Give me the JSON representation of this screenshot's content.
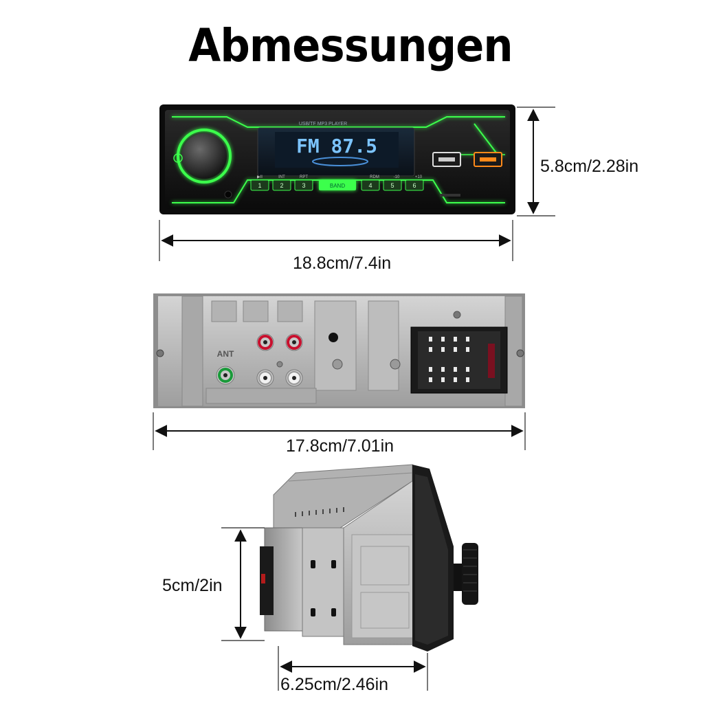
{
  "title": "Abmessungen",
  "front_view": {
    "display_text": "FM 87.5",
    "header_text": "USB/TF MP3 PLAYER",
    "button_labels": [
      "1",
      "2",
      "3",
      "4",
      "5",
      "6"
    ],
    "function_labels": [
      "▶II",
      "INT",
      "RPT",
      "RDM",
      "-10",
      "+10"
    ],
    "center_button_label": "BAND",
    "width_label": "18.8cm/7.4in",
    "height_label": "5.8cm/2.28in"
  },
  "rear_view": {
    "ant_label": "ANT",
    "width_label": "17.8cm/7.01in"
  },
  "side_view": {
    "height_label": "5cm/2in",
    "depth_label": "6.25cm/2.46in"
  },
  "colors": {
    "accent_green": "#3cff4c",
    "display_blue": "#6fb8ff",
    "body_black": "#151515",
    "metal_gray": "#b8b8b8"
  }
}
